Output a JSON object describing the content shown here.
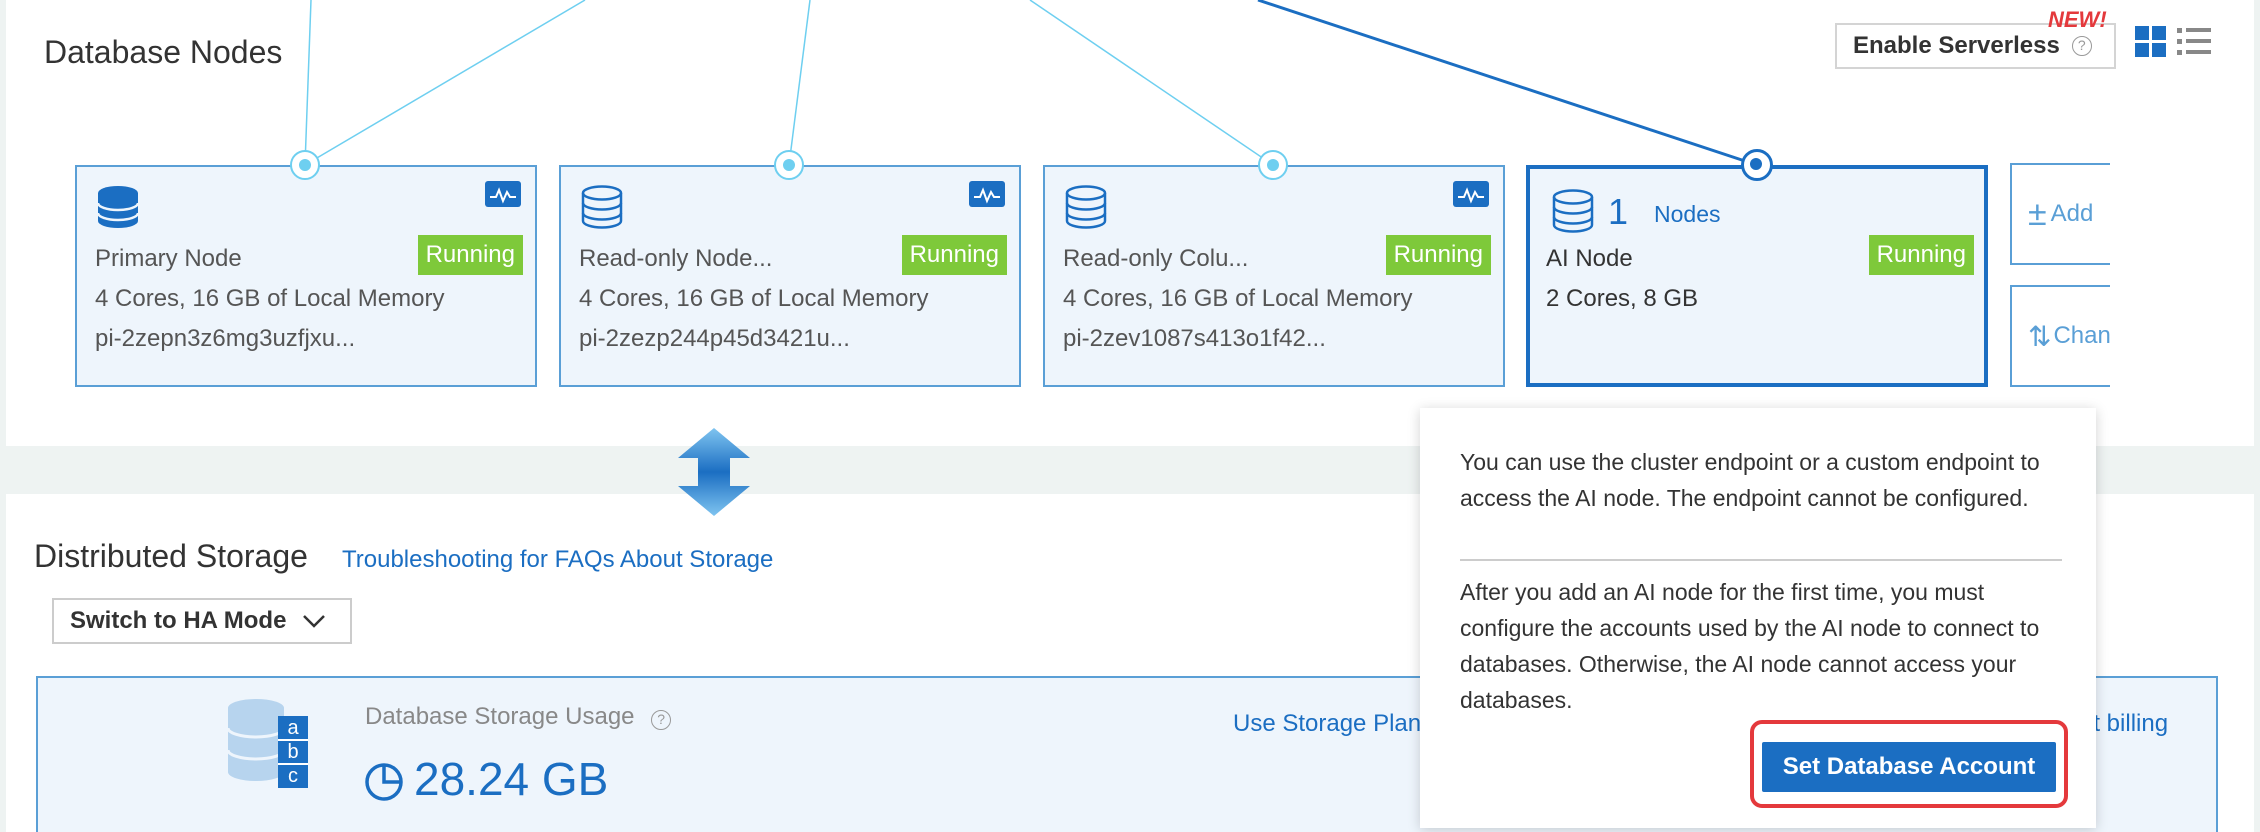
{
  "header": {
    "title": "Database Nodes",
    "enable_serverless": "Enable Serverless",
    "help": "?",
    "new_badge": "NEW!"
  },
  "nodes": [
    {
      "name": "Primary Node",
      "status": "Running",
      "spec": "4 Cores, 16 GB of Local Memory",
      "id": "pi-2zepn3z6mg3uzfjxu..."
    },
    {
      "name": "Read-only Node...",
      "status": "Running",
      "spec": "4 Cores, 16 GB of Local Memory",
      "id": "pi-2zezp244p45d3421u..."
    },
    {
      "name": "Read-only Colu...",
      "status": "Running",
      "spec": "4 Cores, 16 GB of Local Memory",
      "id": "pi-2zev1087s413o1f42..."
    },
    {
      "count": "1",
      "nodes_link": "Nodes",
      "name": "AI Node",
      "status": "Running",
      "spec": "2 Cores, 8 GB"
    }
  ],
  "side_actions": {
    "add": "Add",
    "change": "Chang"
  },
  "storage": {
    "title": "Distributed Storage",
    "faq_link": "Troubleshooting for FAQs About Storage",
    "switch_mode": "Switch to HA Mode",
    "usage_label": "Database Storage Usage",
    "help": "?",
    "usage_value": "28.24 GB",
    "storage_plan_link": "Use Storage Plan",
    "billing_link": "ut billing",
    "abc": [
      "a",
      "b",
      "c"
    ]
  },
  "popover": {
    "text1": "You can use the cluster endpoint or a custom endpoint to access the AI node. The endpoint cannot be configured.",
    "text2": "After you add an AI node for the first time, you must configure the accounts used by the AI node to connect to databases. Otherwise, the AI node cannot access your databases.",
    "button": "Set Database Account"
  },
  "colors": {
    "accent": "#1b6ec2",
    "running": "#7ec93a",
    "highlight": "#e4393c",
    "new": "#e4393c"
  }
}
